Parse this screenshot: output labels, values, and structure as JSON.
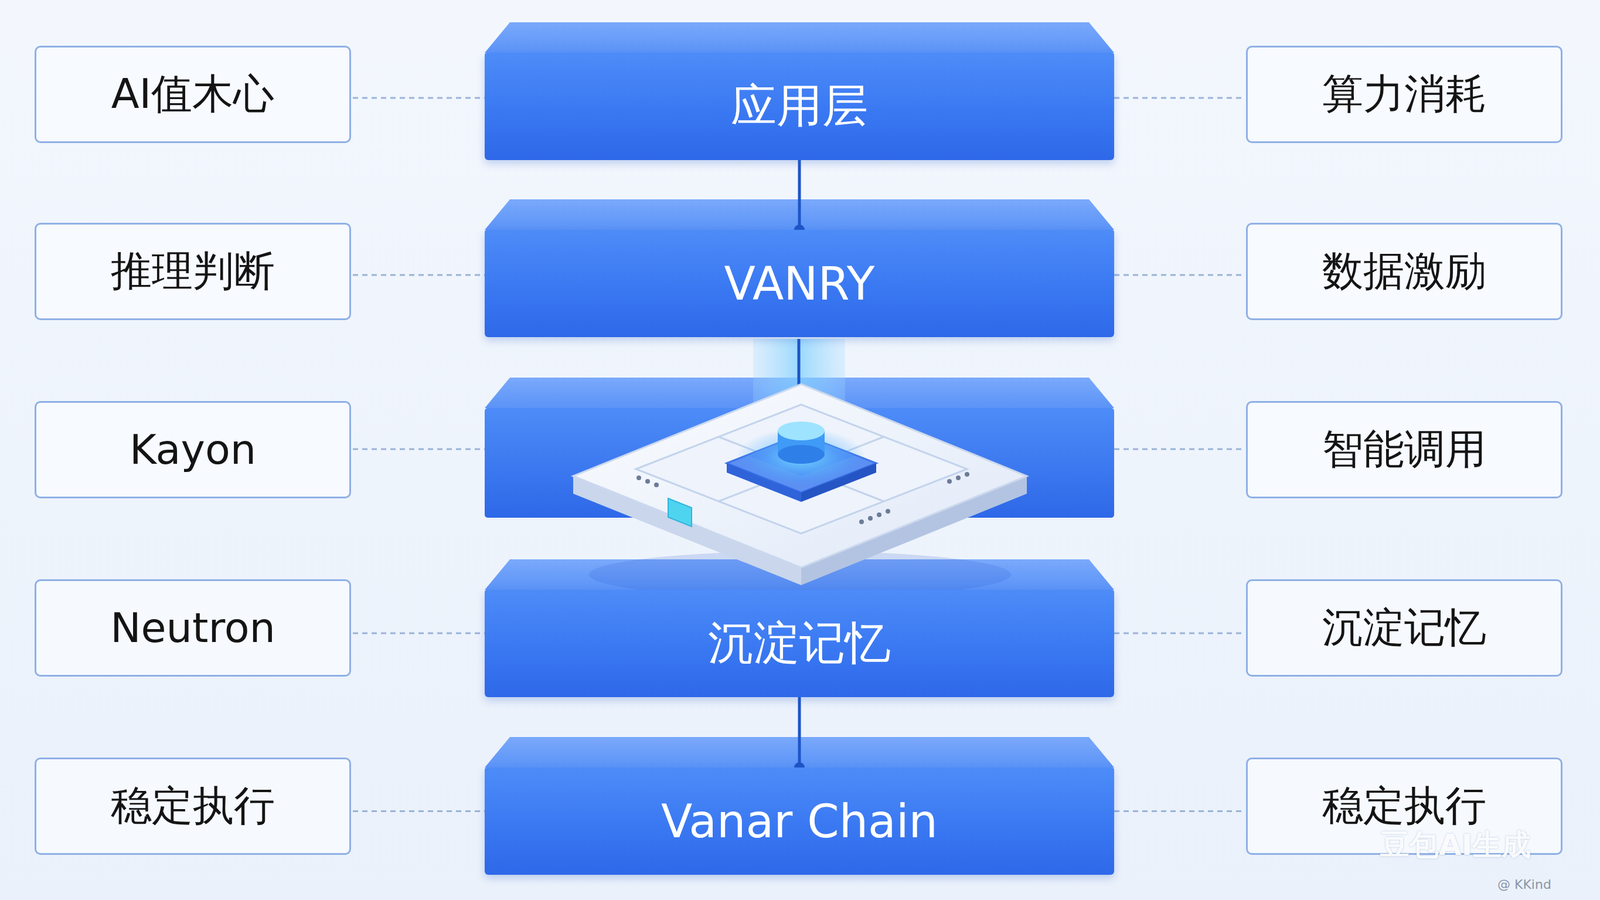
{
  "diagram": {
    "nodes": [
      {
        "text": [
          "AI值木心"
        ]
      },
      {
        "text": [
          "应用层"
        ]
      },
      {
        "text": [
          "算力消耗"
        ]
      },
      {
        "text": [
          "推理判断"
        ]
      },
      {
        "text": [
          "VANRY"
        ]
      },
      {
        "text": [
          "数据激励"
        ]
      },
      {
        "text": [
          "Kayon"
        ]
      },
      {
        "text": [
          "智能调用"
        ]
      },
      {
        "text": [
          "Neutron"
        ]
      },
      {
        "text": [
          "沉淀记忆"
        ]
      },
      {
        "text": [
          "沉淀记忆"
        ]
      },
      {
        "text": [
          "稳定执行"
        ]
      },
      {
        "text": [
          "Vanar Chain"
        ]
      },
      {
        "text": [
          "稳定执行"
        ]
      }
    ],
    "edges": [
      {
        "from": 0,
        "to": 1,
        "arrow": "none"
      },
      {
        "from": 1,
        "to": 2,
        "arrow": "none"
      },
      {
        "from": 3,
        "to": 4,
        "arrow": "none"
      },
      {
        "from": 4,
        "to": 5,
        "arrow": "none"
      },
      {
        "from": 8,
        "to": 9,
        "arrow": "none"
      },
      {
        "from": 9,
        "to": 10,
        "arrow": "none"
      },
      {
        "from": 11,
        "to": 12,
        "arrow": "none"
      },
      {
        "from": 12,
        "to": 13,
        "arrow": "none"
      },
      {
        "from": 1,
        "to": 4,
        "arrow": "none"
      },
      {
        "from": 9,
        "to": 12,
        "arrow": "none"
      }
    ],
    "labels": [
      "豆包AI生成",
      "@ KKind"
    ]
  }
}
